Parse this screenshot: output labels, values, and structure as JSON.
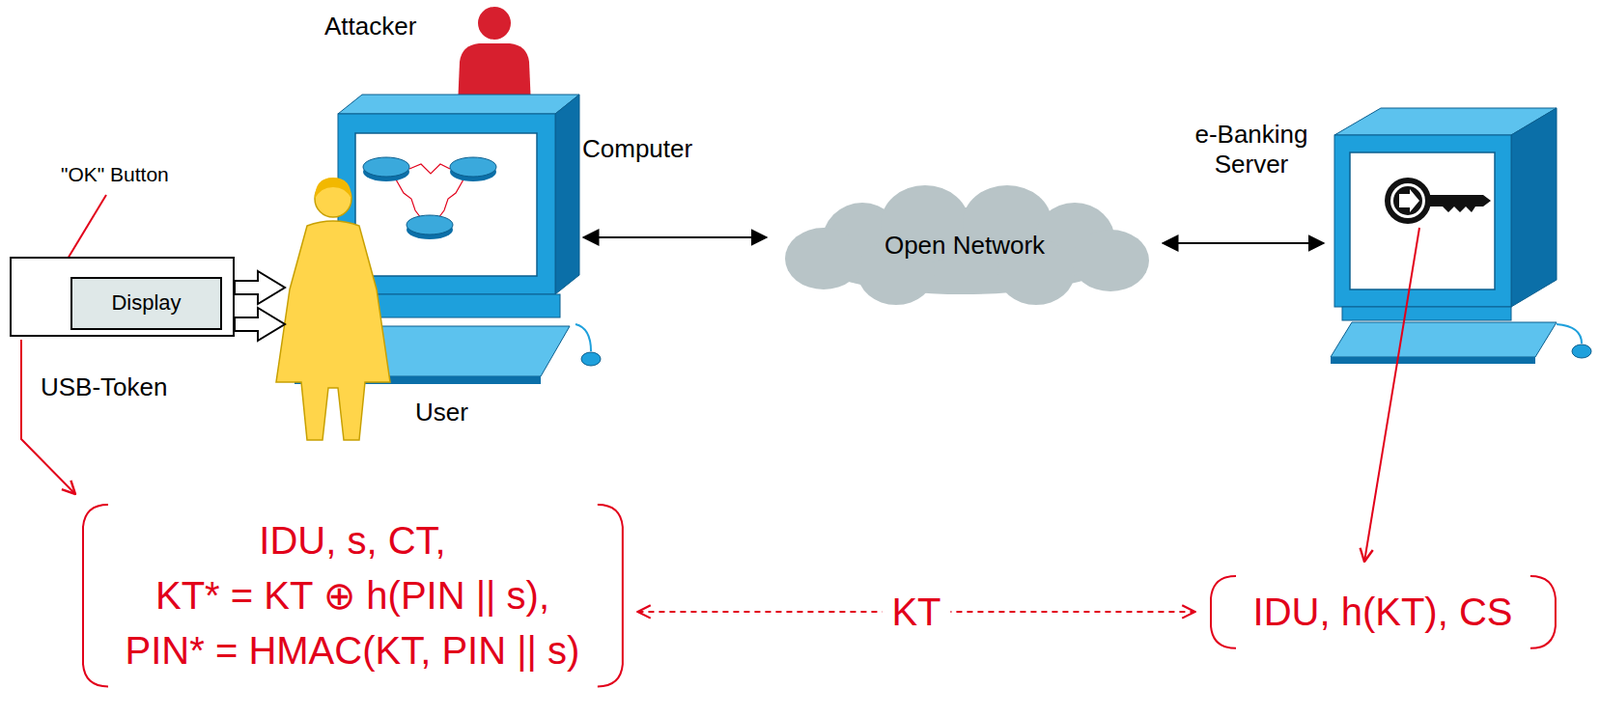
{
  "diagram": {
    "nodes": [
      {
        "text": [
          "USB-Token"
        ]
      },
      {
        "text": [
          "Display"
        ],
        "in": 0
      },
      {
        "text": [
          "Computer"
        ]
      },
      {
        "text": [
          "Open Network"
        ]
      },
      {
        "text": [
          "e-Banking Server"
        ]
      },
      {
        "text": [
          "IDU, s, CT,",
          "KT* = KT ⊕ h(PIN || s),",
          "PIN* = HMAC(KT, PIN || s)"
        ]
      },
      {
        "text": [
          "IDU, h(KT), CS"
        ]
      }
    ],
    "edges": [
      {
        "from": 0,
        "to": 2,
        "arrow": "to"
      },
      {
        "from": 2,
        "to": 3,
        "arrow": "both"
      },
      {
        "from": 3,
        "to": 4,
        "arrow": "both"
      },
      {
        "from": 5,
        "to": 6,
        "label": "KT",
        "arrow": "both"
      }
    ],
    "labels": [
      "Attacker",
      "\"OK\" Button",
      "User"
    ]
  }
}
